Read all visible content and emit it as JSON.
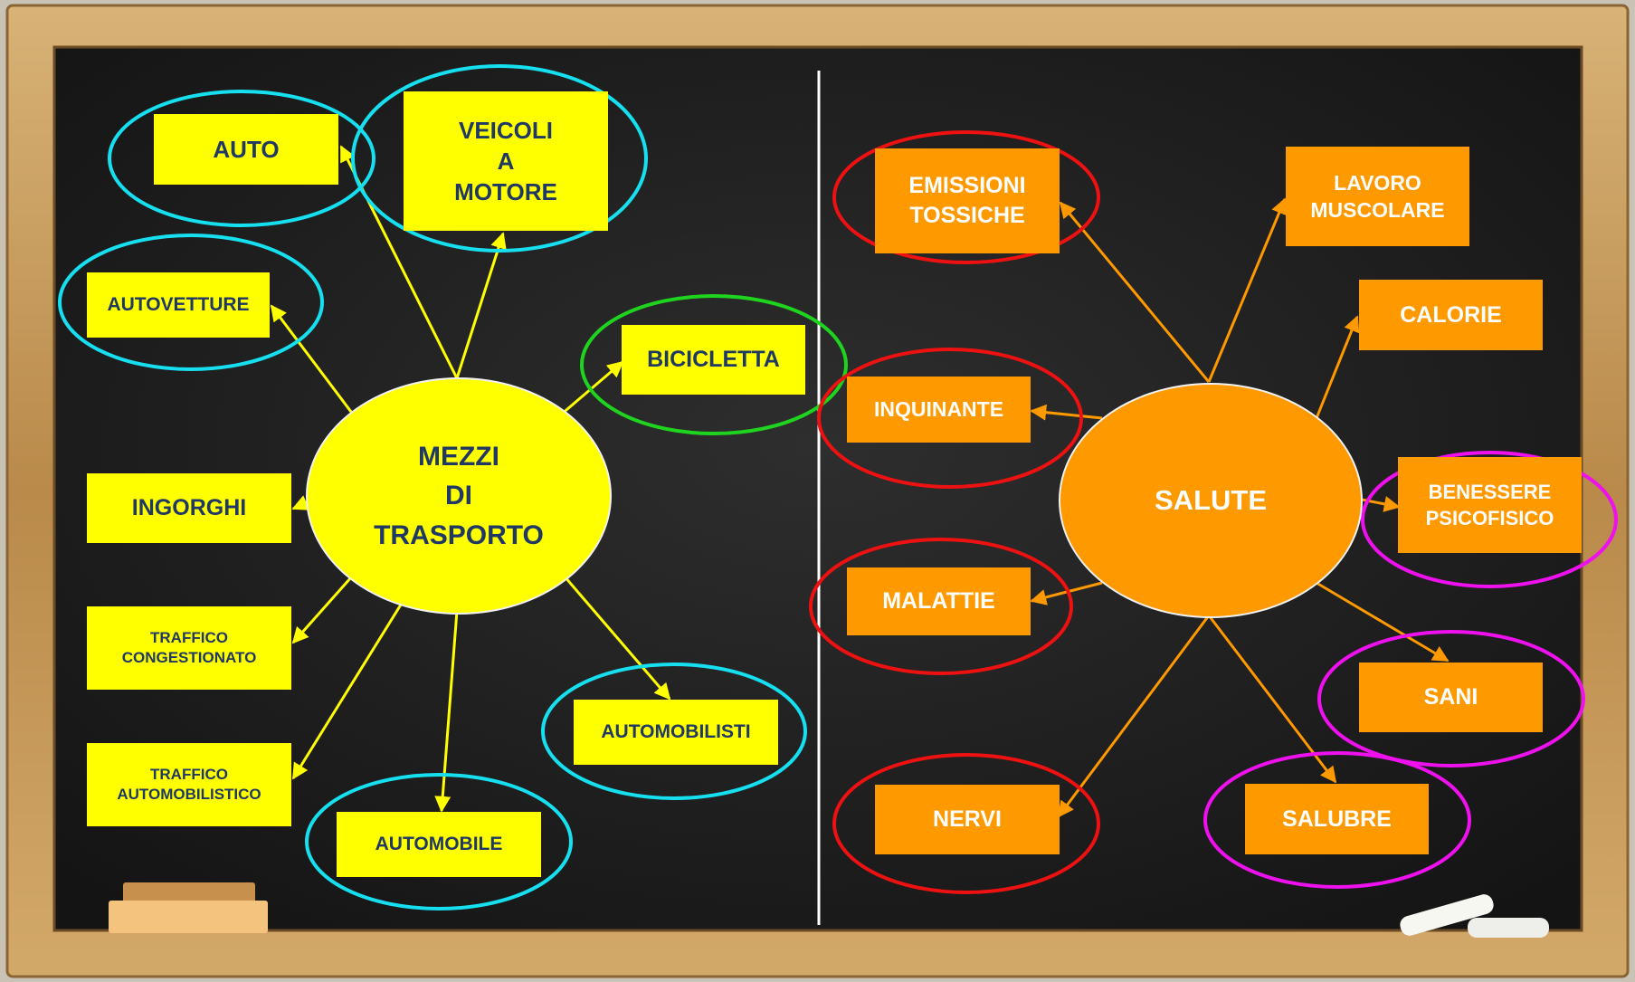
{
  "colors": {
    "board": "#1e1e1e",
    "frame": "#c69c5d",
    "yellow_node": "#ffff00",
    "orange_node": "#ff9900",
    "yellow_text": "#1f3864",
    "orange_text": "#ffffff",
    "circle_cyan": "#16e0f0",
    "circle_green": "#1fd41f",
    "circle_red": "#ee1111",
    "circle_magenta": "#ee11ee",
    "divider": "#ffffff"
  },
  "left_map": {
    "hub": "MEZZI\nDI\nTRASPORTO",
    "nodes": {
      "auto": "AUTO",
      "veicoli": "VEICOLI\nA\nMOTORE",
      "autovetture": "AUTOVETTURE",
      "bicicletta": "BICICLETTA",
      "ingorghi": "INGORGHI",
      "traffico_congestionato": "TRAFFICO\nCONGESTIONATO",
      "traffico_automobilistico": "TRAFFICO\nAUTOMOBILISTICO",
      "automobile": "AUTOMOBILE",
      "automobilisti": "AUTOMOBILISTI"
    }
  },
  "right_map": {
    "hub": "SALUTE",
    "nodes": {
      "emissioni": "EMISSIONI\nTOSSICHE",
      "lavoro": "LAVORO\nMUSCOLARE",
      "calorie": "CALORIE",
      "inquinante": "INQUINANTE",
      "benessere": "BENESSERE\nPSICOFISICO",
      "malattie": "MALATTIE",
      "sani": "SANI",
      "nervi": "NERVI",
      "salubre": "SALUBRE"
    }
  }
}
